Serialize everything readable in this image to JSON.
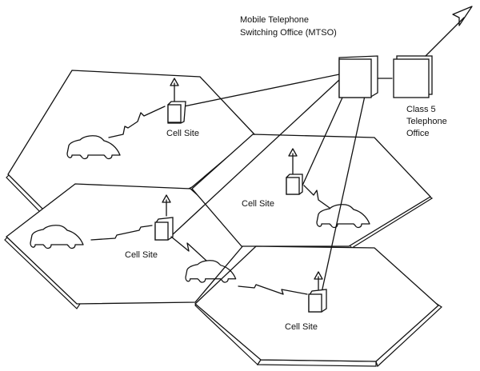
{
  "diagram": {
    "mtso": {
      "label_line1": "Mobile Telephone",
      "label_line2": "Switching Office (MTSO)"
    },
    "class5": {
      "label_line1": "Class 5",
      "label_line2": "Telephone",
      "label_line3": "Office"
    },
    "cells": [
      {
        "label": "Cell Site"
      },
      {
        "label": "Cell Site"
      },
      {
        "label": "Cell Site"
      },
      {
        "label": "Cell Site"
      }
    ]
  }
}
